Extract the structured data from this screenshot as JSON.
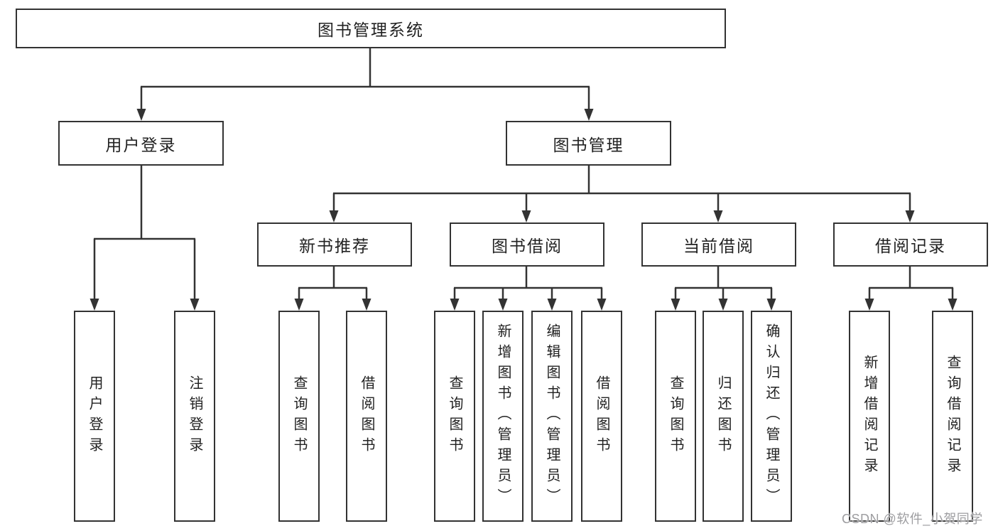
{
  "tree": {
    "root": "图书管理系统",
    "user": {
      "label": "用户登录",
      "children": [
        "用户登录",
        "注销登录"
      ]
    },
    "book": {
      "label": "图书管理",
      "modules": [
        {
          "label": "新书推荐",
          "children": [
            "查询图书",
            "借阅图书"
          ]
        },
        {
          "label": "图书借阅",
          "children": [
            "查询图书",
            "新增图书（管理员）",
            "编辑图书（管理员）",
            "借阅图书"
          ]
        },
        {
          "label": "当前借阅",
          "children": [
            "查询图书",
            "归还图书",
            "确认归还（管理员）"
          ]
        },
        {
          "label": "借阅记录",
          "children": [
            "新增借阅记录",
            "查询借阅记录"
          ]
        }
      ]
    }
  },
  "watermark": {
    "text": "CSDN @软件_小贺同学"
  },
  "colors": {
    "line": "#333333",
    "box_border": "#333333",
    "text": "#222222",
    "watermark": "#9d9da0",
    "background": "#ffffff"
  }
}
